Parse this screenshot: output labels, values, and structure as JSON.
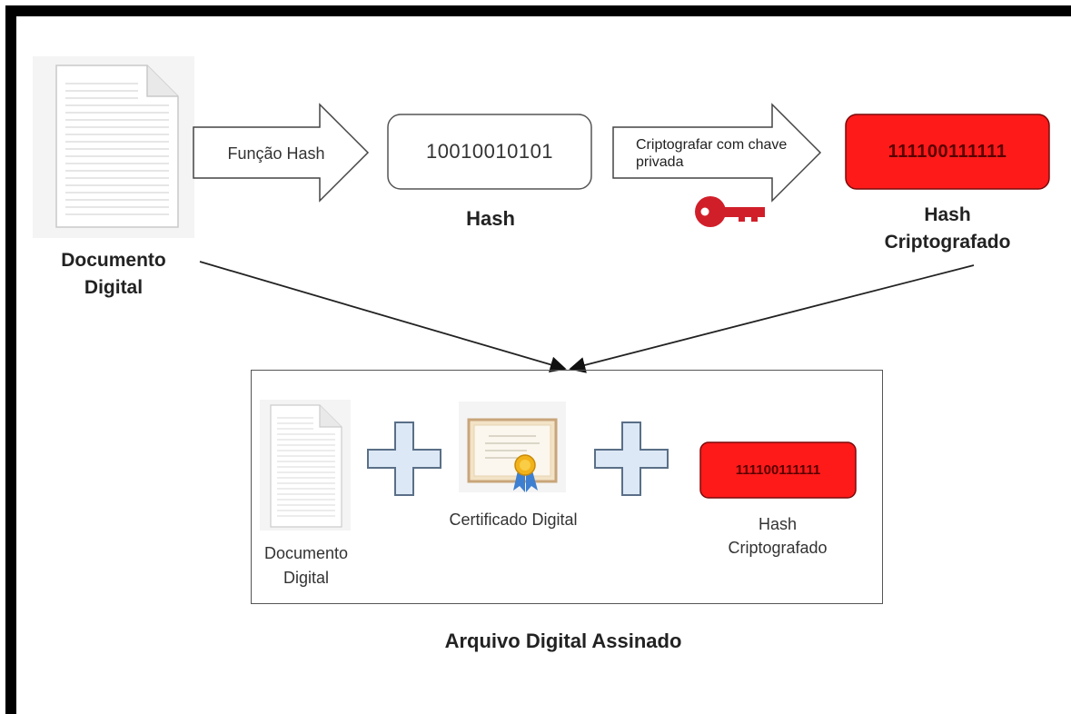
{
  "top_row": {
    "document_label": "Documento Digital",
    "hash_function_label": "Função Hash",
    "hash_value": "10010010101",
    "hash_label": "Hash",
    "encrypt_label": "Criptografar com chave privada",
    "encrypted_hash_value": "111100111111",
    "encrypted_hash_label": "Hash Criptografado"
  },
  "signed_file": {
    "document_label": "Documento Digital",
    "certificate_label": "Certificado Digital",
    "encrypted_hash_value": "111100111111",
    "encrypted_hash_label": "Hash Criptografado",
    "title": "Arquivo Digital Assinado"
  },
  "icons": {
    "document": "document-icon",
    "key": "key-icon",
    "certificate": "certificate-icon",
    "plus": "plus-icon"
  },
  "colors": {
    "encrypted_box": "#ff1a1a",
    "encrypted_text": "#5a0000",
    "plus_fill": "#dce8f5",
    "plus_stroke": "#5a6f88",
    "key": "#d11f2a"
  }
}
